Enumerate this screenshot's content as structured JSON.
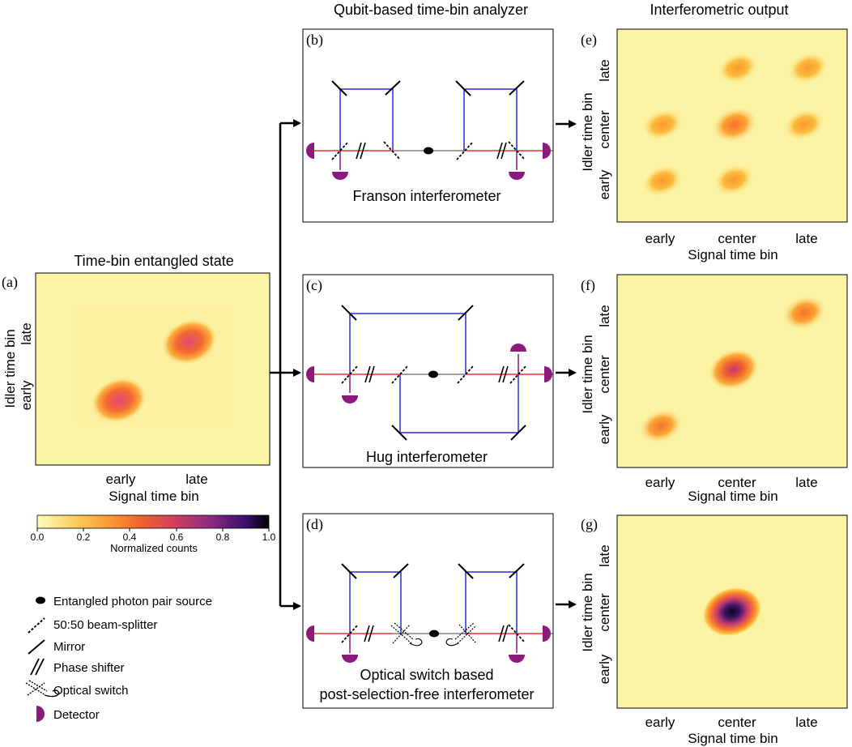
{
  "headers": {
    "analyzer": "Qubit-based time-bin analyzer",
    "output": "Interferometric output",
    "state": "Time-bin entangled state"
  },
  "panel_labels": {
    "a": "(a)",
    "b": "(b)",
    "c": "(c)",
    "d": "(d)",
    "e": "(e)",
    "f": "(f)",
    "g": "(g)"
  },
  "interferometers": {
    "franson": "Franson interferometer",
    "hug": "Hug interferometer",
    "switch_line1": "Optical switch based",
    "switch_line2": "post-selection-free interferometer"
  },
  "state_plot": {
    "xlabel": "Signal time bin",
    "ylabel": "Idler time bin",
    "xticks": [
      "early",
      "late"
    ],
    "yticks": [
      "early",
      "late"
    ]
  },
  "output_plots": {
    "xlabel": "Signal time bin",
    "ylabel": "Idler time bin",
    "xticks": [
      "early",
      "center",
      "late"
    ],
    "yticks": [
      "early",
      "center",
      "late"
    ]
  },
  "colorbar": {
    "label": "Normalized counts",
    "ticks": [
      "0.0",
      "0.2",
      "0.4",
      "0.6",
      "0.8",
      "1.0"
    ],
    "colors": [
      "#fcfdbf",
      "#fcae3c",
      "#f8762e",
      "#e34f4e",
      "#b5367a",
      "#5b1a7c",
      "#000004"
    ]
  },
  "legend": [
    {
      "icon": "source-icon",
      "label": "Entangled photon pair source"
    },
    {
      "icon": "beam-splitter-icon",
      "label": "50:50 beam-splitter"
    },
    {
      "icon": "mirror-icon",
      "label": "Mirror"
    },
    {
      "icon": "phase-shifter-icon",
      "label": "Phase shifter"
    },
    {
      "icon": "optical-switch-icon",
      "label": "Optical switch"
    },
    {
      "icon": "detector-icon",
      "label": "Detector"
    }
  ],
  "heatmaps": {
    "a": {
      "peaks": [
        {
          "sx": "early",
          "iy": "early",
          "value": 0.62
        },
        {
          "sx": "late",
          "iy": "late",
          "value": 0.62
        }
      ]
    },
    "e": {
      "peaks": [
        {
          "sx": "early",
          "iy": "early",
          "value": 0.25
        },
        {
          "sx": "center",
          "iy": "early",
          "value": 0.25
        },
        {
          "sx": "early",
          "iy": "center",
          "value": 0.25
        },
        {
          "sx": "center",
          "iy": "center",
          "value": 0.35
        },
        {
          "sx": "late",
          "iy": "center",
          "value": 0.25
        },
        {
          "sx": "center",
          "iy": "late",
          "value": 0.25
        },
        {
          "sx": "late",
          "iy": "late",
          "value": 0.25
        }
      ]
    },
    "f": {
      "peaks": [
        {
          "sx": "early",
          "iy": "early",
          "value": 0.3
        },
        {
          "sx": "center",
          "iy": "center",
          "value": 0.5
        },
        {
          "sx": "late",
          "iy": "late",
          "value": 0.3
        }
      ]
    },
    "g": {
      "peaks": [
        {
          "sx": "center",
          "iy": "center",
          "value": 1.0
        }
      ]
    }
  }
}
